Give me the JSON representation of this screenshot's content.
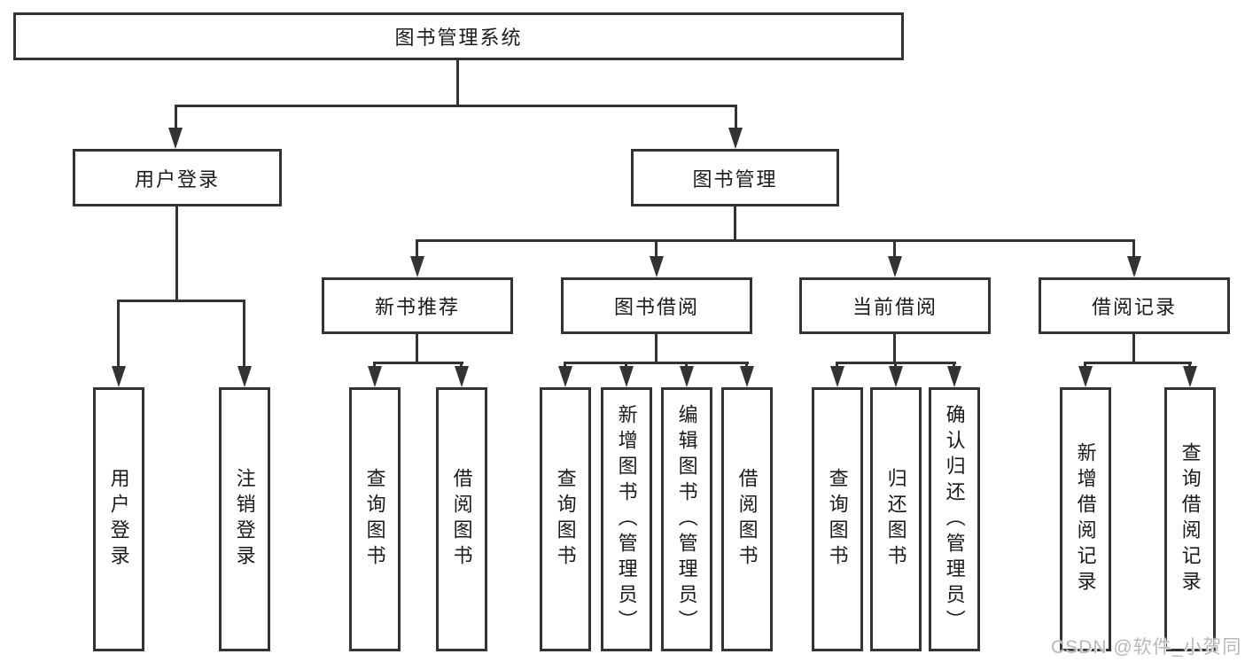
{
  "colors": {
    "line": "#333333",
    "background": "#ffffff",
    "text": "#1a1a1a",
    "watermark": "#b8b8b8"
  },
  "diagram": {
    "type": "tree",
    "root": {
      "label": "图书管理系统"
    },
    "branches": [
      {
        "label": "用户登录",
        "children": [
          {
            "label": "用户登录"
          },
          {
            "label": "注销登录"
          }
        ]
      },
      {
        "label": "图书管理",
        "children": [
          {
            "label": "新书推荐",
            "children": [
              {
                "label": "查询图书"
              },
              {
                "label": "借阅图书"
              }
            ]
          },
          {
            "label": "图书借阅",
            "children": [
              {
                "label": "查询图书"
              },
              {
                "label": "新增图书（管理员）"
              },
              {
                "label": "编辑图书（管理员）"
              },
              {
                "label": "借阅图书"
              }
            ]
          },
          {
            "label": "当前借阅",
            "children": [
              {
                "label": "查询图书"
              },
              {
                "label": "归还图书"
              },
              {
                "label": "确认归还（管理员）"
              }
            ]
          },
          {
            "label": "借阅记录",
            "children": [
              {
                "label": "新增借阅记录"
              },
              {
                "label": "查询借阅记录"
              }
            ]
          }
        ]
      }
    ]
  },
  "watermark": {
    "text": "CSDN @软件_小贺同学"
  }
}
